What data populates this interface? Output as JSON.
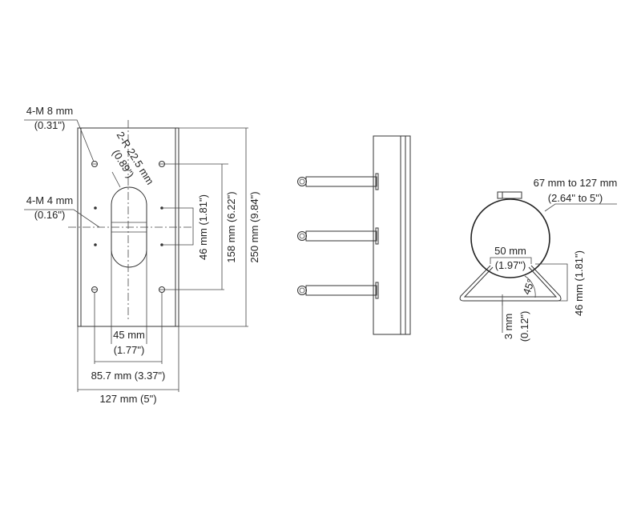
{
  "front_view": {
    "m8_label": "4-M 8 mm",
    "m8_inch": "(0.31\")",
    "m4_label": "4-M 4 mm",
    "m4_inch": "(0.16\")",
    "radius_label": "2-R 22.5 mm",
    "radius_inch": "(0.89\")",
    "dim_46": "46 mm (1.81\")",
    "dim_158": "158 mm (6.22\")",
    "dim_250": "250 mm (9.84\")",
    "dim_45": "45 mm",
    "dim_45_inch": "(1.77\")",
    "dim_85": "85.7 mm (3.37\")",
    "dim_127": "127 mm (5\")"
  },
  "clamp_view": {
    "range_label": "67 mm to 127 mm",
    "range_inch": "(2.64\" to 5\")",
    "dim_50": "50 mm",
    "dim_50_inch": "(1.97\")",
    "angle": "45°",
    "dim_46": "46 mm (1.81\")",
    "dim_3": "3 mm",
    "dim_3_inch": "(0.12\")"
  }
}
